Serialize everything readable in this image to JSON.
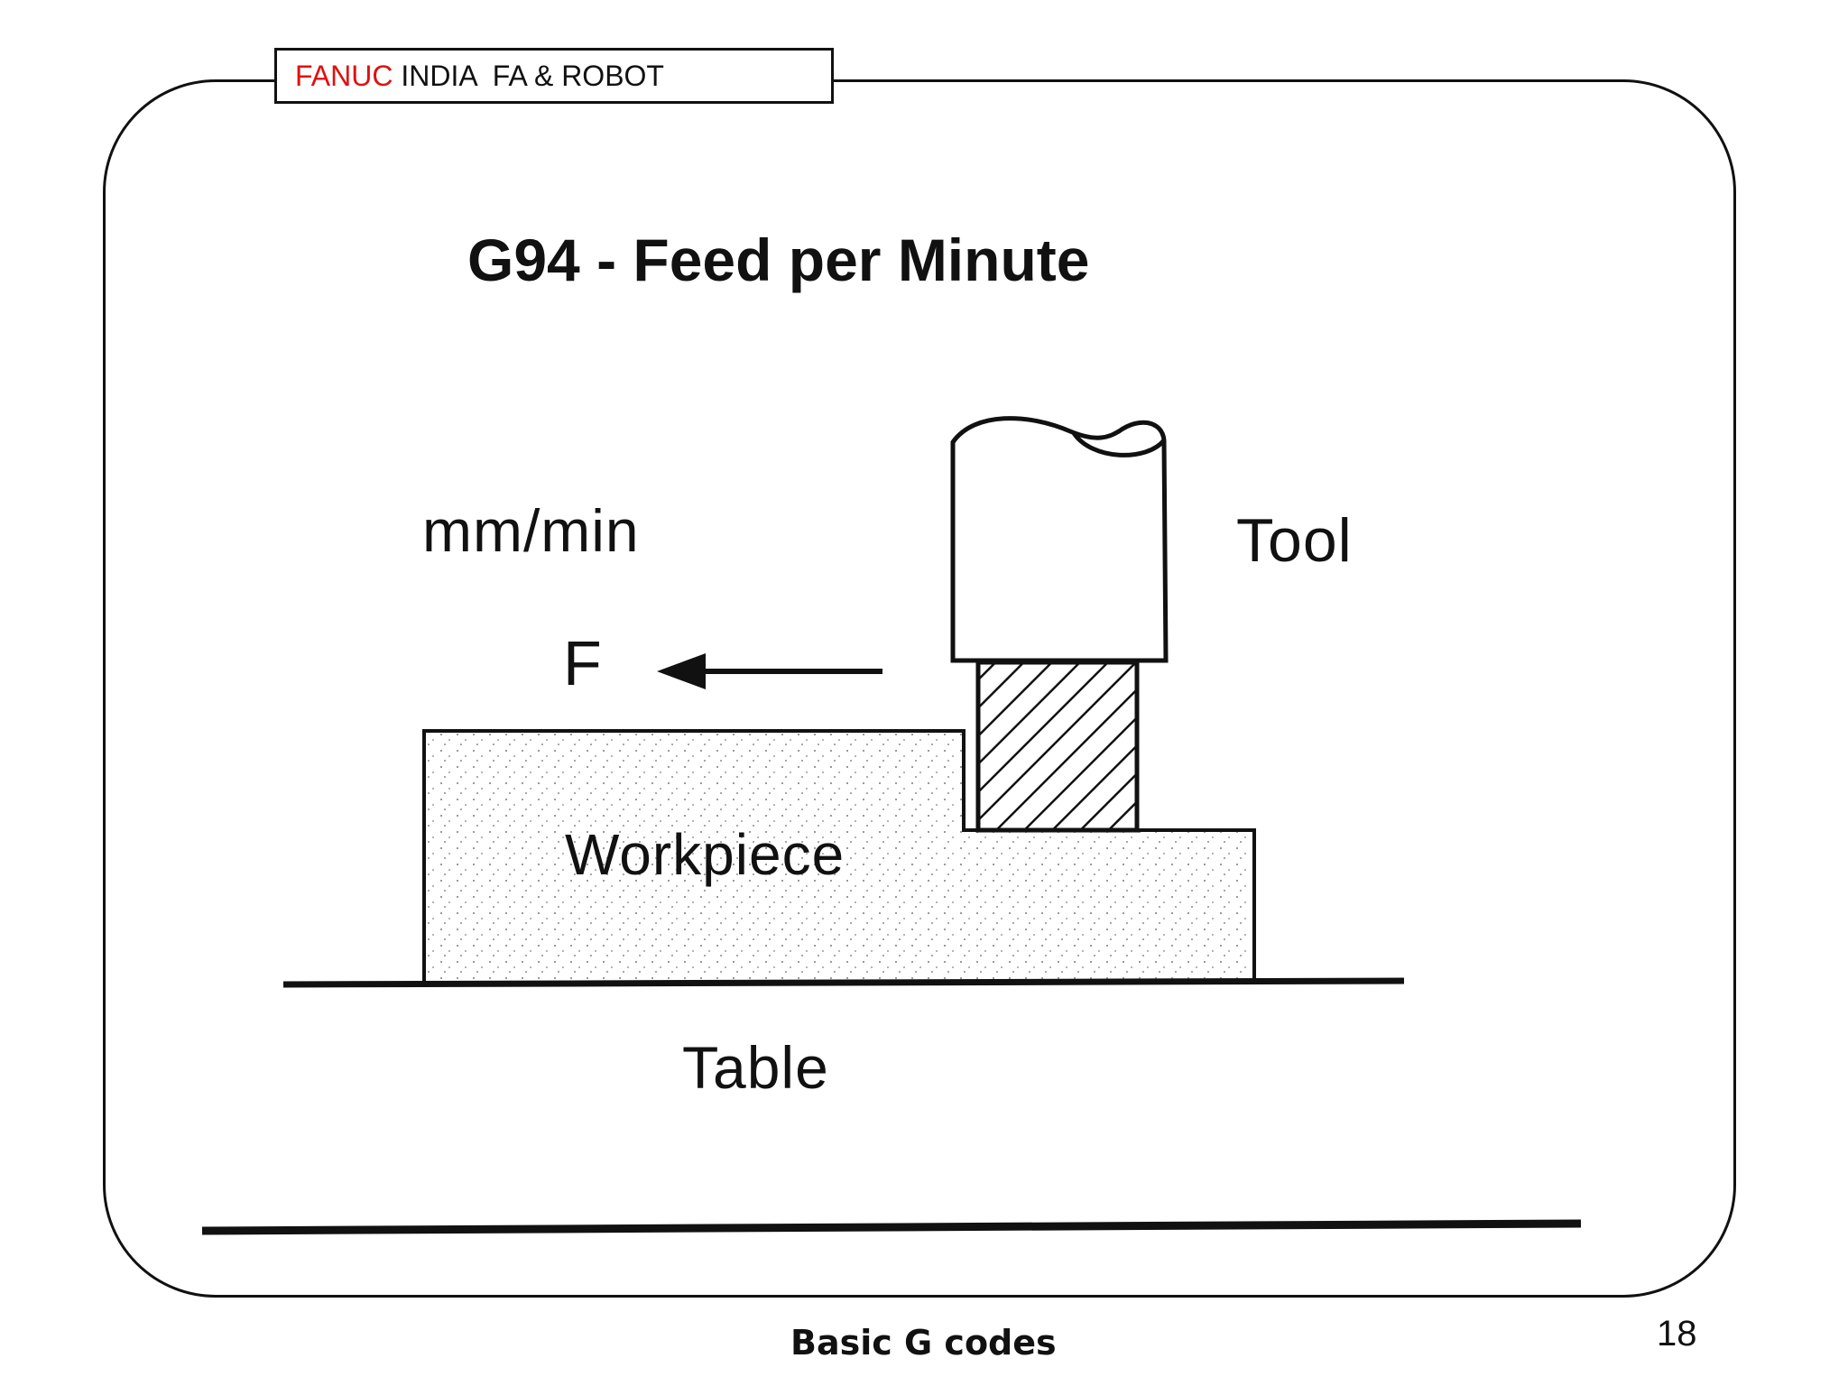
{
  "header": {
    "brand": "FANUC",
    "rest": " INDIA  FA & ROBOT"
  },
  "slide": {
    "title": "G94 - Feed per Minute"
  },
  "diagram": {
    "unit_label": "mm/min",
    "tool_label": "Tool",
    "feed_label": "F",
    "workpiece_label": "Workpiece",
    "table_label": "Table"
  },
  "footer": {
    "title": "Basic G codes",
    "page_number": "18"
  },
  "colors": {
    "brand": "#e01010",
    "ink": "#111111"
  }
}
